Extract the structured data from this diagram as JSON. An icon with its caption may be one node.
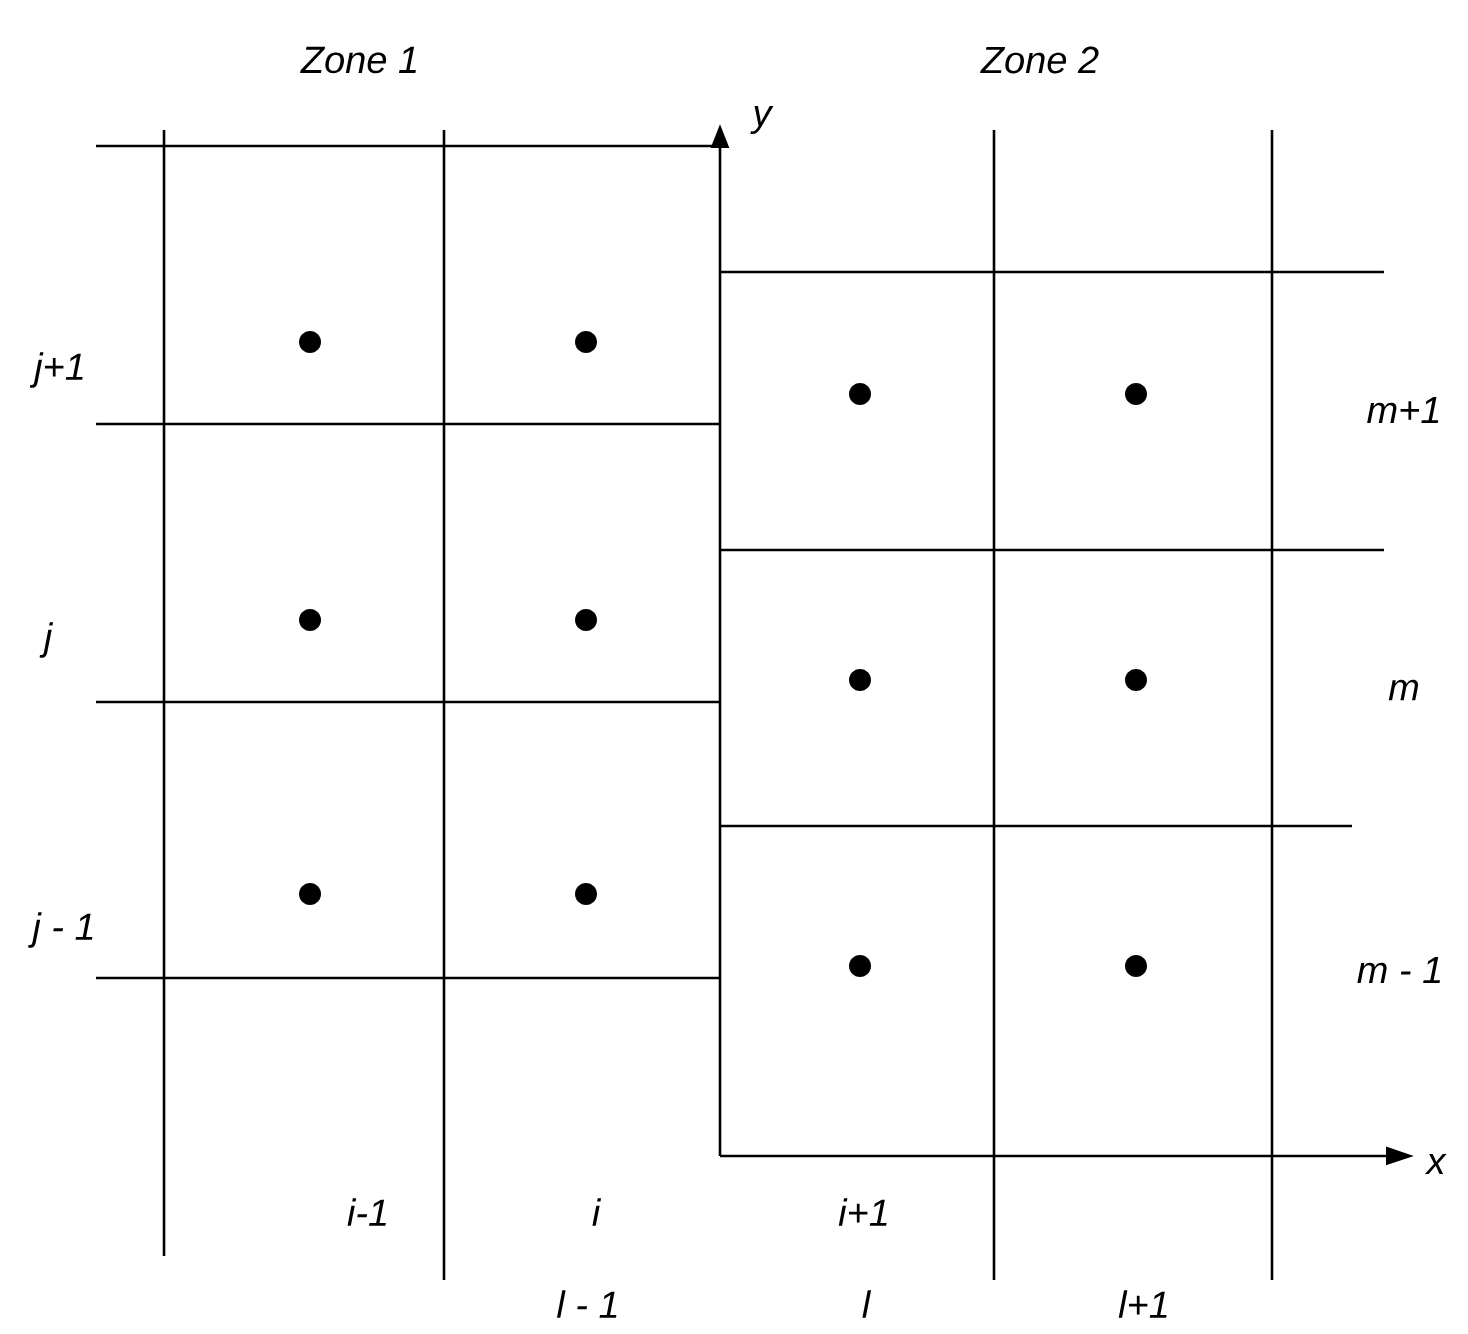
{
  "diagram": {
    "labels": [
      "Zone 1",
      "Zone 2",
      "y",
      "j+1",
      "m+1",
      "j",
      "m",
      "j - 1",
      "m - 1",
      "x",
      "i-1",
      "i",
      "i+1",
      "l - 1",
      "l",
      "l+1"
    ]
  }
}
